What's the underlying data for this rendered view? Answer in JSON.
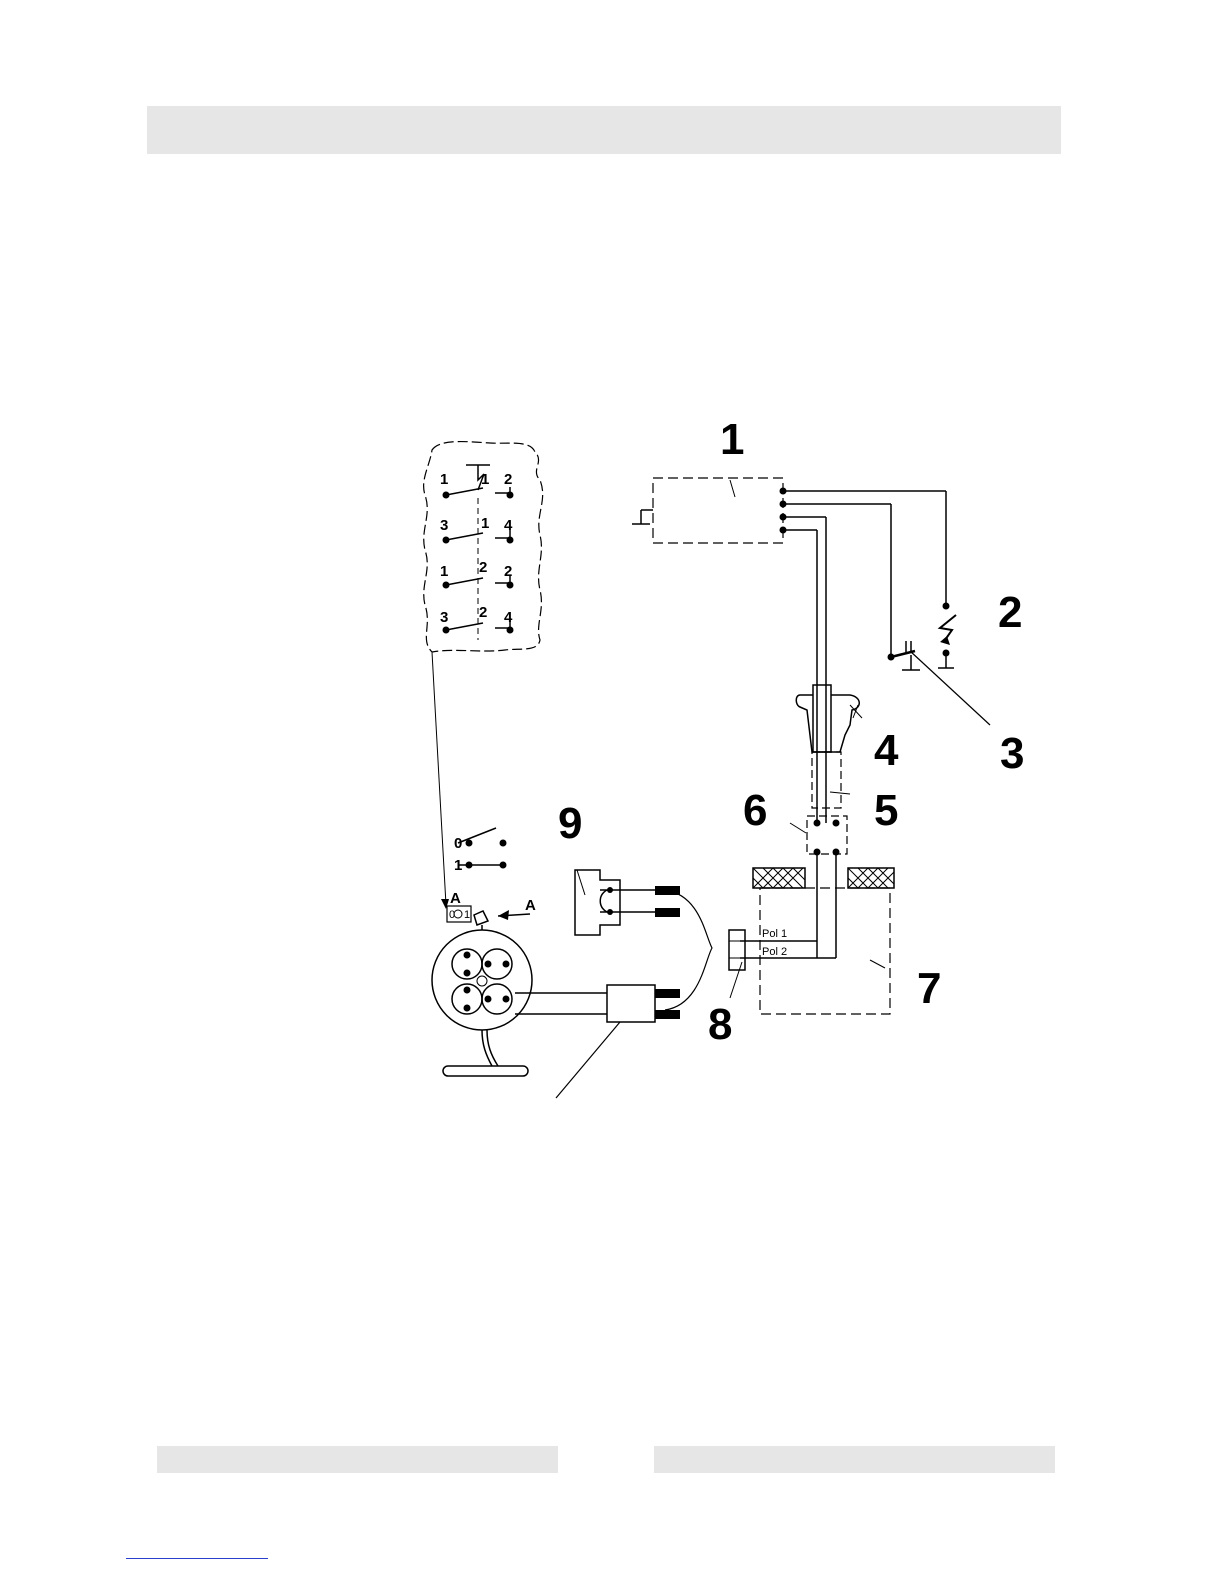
{
  "callouts": {
    "c1": "1",
    "c2": "2",
    "c3": "3",
    "c4": "4",
    "c5": "5",
    "c6": "6",
    "c7": "7",
    "c8": "8",
    "c9": "9"
  },
  "switch_contacts": {
    "row1": {
      "left": "1",
      "mid": "1",
      "right": "2"
    },
    "row2": {
      "left": "3",
      "mid": "1",
      "right": "4"
    },
    "row3": {
      "left": "1",
      "mid": "2",
      "right": "2"
    },
    "row4": {
      "left": "3",
      "mid": "2",
      "right": "4"
    }
  },
  "switch_positions": {
    "off": "0",
    "on": "1"
  },
  "view_marker": "A",
  "reel_dial": {
    "off": "0",
    "on": "1"
  },
  "poles": {
    "pol1": "Pol 1",
    "pol2": "Pol 2"
  }
}
